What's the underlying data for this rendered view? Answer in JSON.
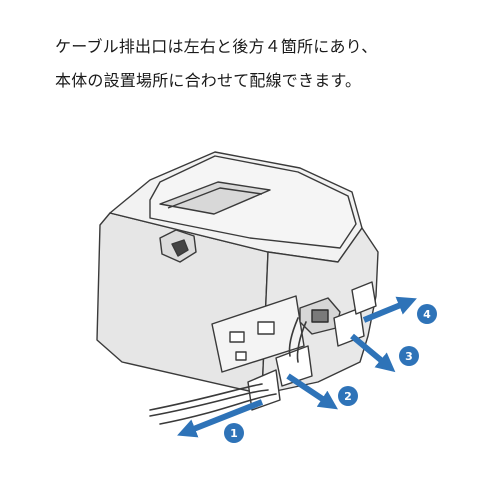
{
  "caption": {
    "line1": "ケーブル排出口は左右と後方４箇所にあり、",
    "line2": "本体の設置場所に合わせて配線できます。"
  },
  "outlets": [
    {
      "number": "1"
    },
    {
      "number": "2"
    },
    {
      "number": "3"
    },
    {
      "number": "4"
    }
  ],
  "colors": {
    "arrow": "#2e73b8",
    "outline": "#3a3a3a",
    "body_fill": "#efefef",
    "face_shade": "#e2e2e2"
  }
}
